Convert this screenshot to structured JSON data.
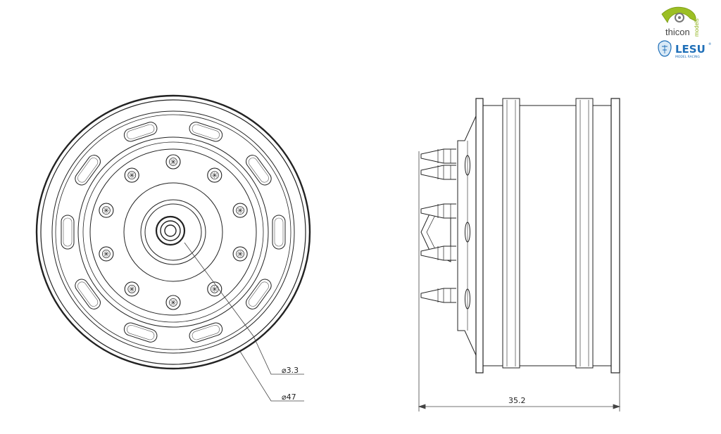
{
  "logos": {
    "thicon_name": "thicon",
    "thicon_sub": "models",
    "thicon_color": "#8fb31a",
    "lesu_name": "LESU",
    "lesu_reg": "®",
    "lesu_sub": "MODEL RACING",
    "lesu_color": "#1f6fb8"
  },
  "dimensions": {
    "bore": "⌀3.3",
    "outer_diameter": "⌀47",
    "width": "35.2"
  },
  "front_view": {
    "bolt_count": 10,
    "hand_hole_count": 10
  },
  "side_view": {
    "valve_stem_count": 5
  }
}
